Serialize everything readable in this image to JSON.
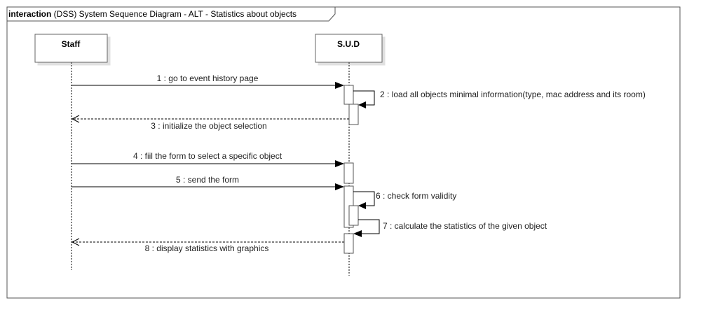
{
  "frame": {
    "keyword": "interaction",
    "title": " (DSS) System Sequence Diagram - ALT -  Statistics about objects"
  },
  "lifelines": [
    {
      "id": "staff",
      "label": "Staff"
    },
    {
      "id": "sud",
      "label": "S.U.D"
    }
  ],
  "messages": [
    {
      "id": "m1",
      "label": "1 : go to event history page",
      "kind": "sync",
      "from": "staff",
      "to": "sud"
    },
    {
      "id": "m2",
      "label": "2 : load all objects minimal information(type, mac address and its room)",
      "kind": "self",
      "from": "sud",
      "to": "sud"
    },
    {
      "id": "m3",
      "label": "3 : initialize the object selection",
      "kind": "reply",
      "from": "sud",
      "to": "staff"
    },
    {
      "id": "m4",
      "label": "4 : fiil the form to select a specific object",
      "kind": "sync",
      "from": "staff",
      "to": "sud"
    },
    {
      "id": "m5",
      "label": "5 : send the form",
      "kind": "sync",
      "from": "staff",
      "to": "sud"
    },
    {
      "id": "m6",
      "label": "6 : check form validity",
      "kind": "self",
      "from": "sud",
      "to": "sud"
    },
    {
      "id": "m7",
      "label": "7 : calculate the statistics of the given object",
      "kind": "self",
      "from": "sud",
      "to": "sud"
    },
    {
      "id": "m8",
      "label": "8 : display statistics with graphics",
      "kind": "reply",
      "from": "sud",
      "to": "staff"
    }
  ]
}
